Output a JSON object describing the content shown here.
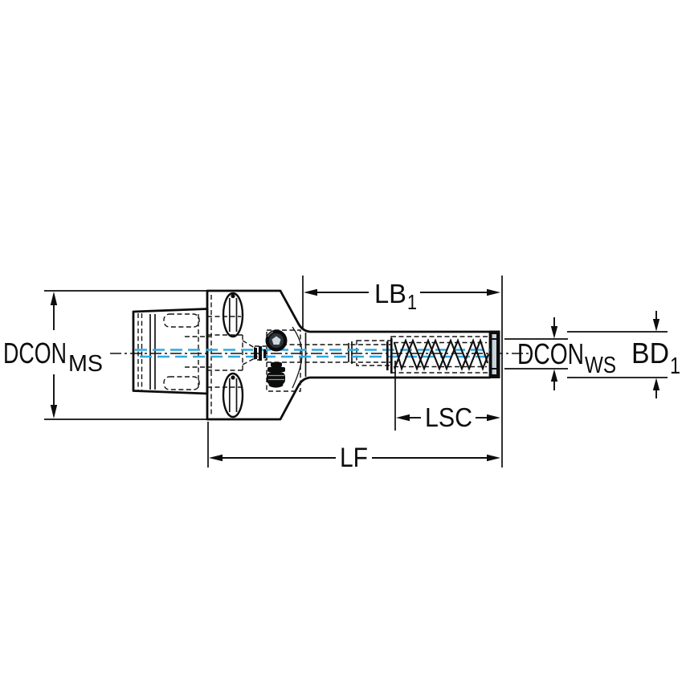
{
  "page": {
    "background": "#ffffff",
    "description": "Engineering line drawing of a tool-holder adaptor (machine-side taper coupling, clamping flange, cylindrical boring-bar shank with internal coil spring) annotated with dimension callouts"
  },
  "colors": {
    "body_fill": "#c7d3dc",
    "outline": "#0c0c0c",
    "coolant_line": "#2fa9df",
    "dimension": "#0d0d0d"
  },
  "dimensions": {
    "dcon_ms": {
      "label": "DCON",
      "sub": "MS"
    },
    "lb1": {
      "label": "LB",
      "sub": "1"
    },
    "dcon_ws": {
      "label": "DCON",
      "sub": "WS"
    },
    "bd1": {
      "label": "BD",
      "sub": "1"
    },
    "lsc": {
      "label": "LSC"
    },
    "lf": {
      "label": "LF"
    }
  }
}
